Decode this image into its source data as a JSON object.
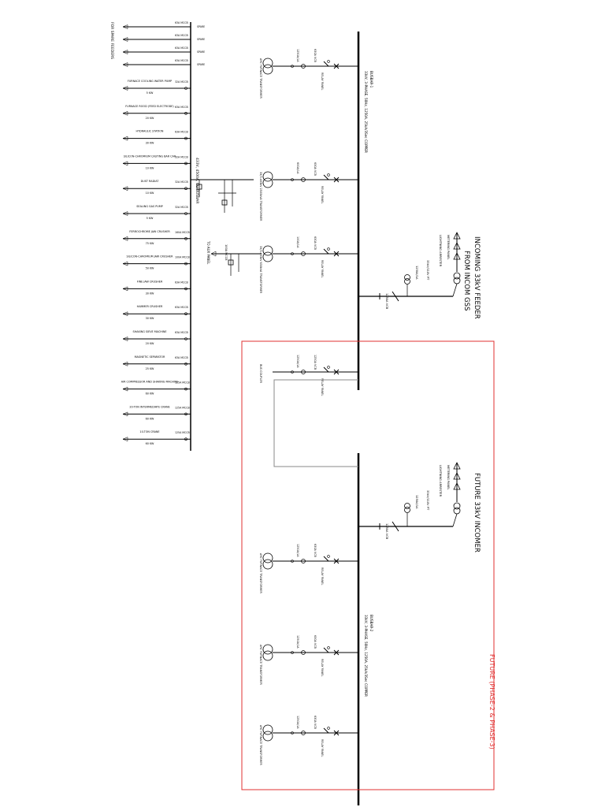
{
  "incomers": {
    "incomer1": {
      "title": "INCOMING 33kV FEEDER",
      "subtitle": "FROM INCOM GSS"
    },
    "incomer2": {
      "title": "FUTURE 33kV INCOMER"
    }
  },
  "future_box": {
    "label": "FUTURE (PHASE-2 & PHASE-3)"
  },
  "busbars": {
    "bus1": {
      "label": "33kV, 3-PHASE, 50Hz, 1250A, 25kA/3Sec COPPER",
      "tag": "BUSBAR-1"
    },
    "bus2": {
      "label": "33kV, 3-PHASE, 50Hz, 1250A, 25kA/3Sec COPPER",
      "tag": "BUSBAR-2"
    }
  },
  "lv_main": {
    "label": "433V, 4500A, CU BUSBAR"
  },
  "lv_feeders": [
    {
      "name": "FURNACE COOLING WATER PUMP",
      "rating": "5 KW",
      "breaker": "32A MCCB"
    },
    {
      "name": "FURNACE ROOD (FEED ELECTRODE)",
      "rating": "20 KW",
      "breaker": "63A MCCB"
    },
    {
      "name": "HYDRAULIC STATION",
      "rating": "30 KW",
      "breaker": "63A MCCB"
    },
    {
      "name": "SILICON-CHROMIUM CASTING BAR CAR",
      "rating": "10 KW",
      "breaker": "32A MCCB"
    },
    {
      "name": "DUST RADIAT",
      "rating": "10 KW",
      "breaker": "32A MCCB"
    },
    {
      "name": "SEALING GAS PUMP",
      "rating": "5 KW",
      "breaker": "32A MCCB"
    },
    {
      "name": "FERROCHROME JAW CRUSHER",
      "rating": "75 KW",
      "breaker": "160A MCCB"
    },
    {
      "name": "SILICON-CHROMIUM JAW CRUSHER",
      "rating": "50 KW",
      "breaker": "100A MCCB"
    },
    {
      "name": "FINE JAW CRUSHER",
      "rating": "30 KW",
      "breaker": "63A MCCB"
    },
    {
      "name": "HAMMER CRUSHER",
      "rating": "30 KW",
      "breaker": "63A MCCB"
    },
    {
      "name": "SHAKING SIEVE MACHINE",
      "rating": "20 KW",
      "breaker": "63A MCCB"
    },
    {
      "name": "MAGNETIC SEPARATOR",
      "rating": "25 KW",
      "breaker": "63A MCCB"
    },
    {
      "name": "AIR COMPRESSOR AND SHAKING MACHINE",
      "rating": "60 KW",
      "breaker": "125A MCCB"
    },
    {
      "name": "20-TON INTERMEDIATE CRANE",
      "rating": "60 KW",
      "breaker": "125A MCCB"
    },
    {
      "name": "10-TON CRANE",
      "rating": "60 KW",
      "breaker": "125A MCCB"
    }
  ],
  "spare_feeders": [
    {
      "label": "SPARE",
      "breaker": "63A MCCB"
    },
    {
      "label": "SPARE",
      "breaker": "63A MCCB"
    },
    {
      "label": "SPARE",
      "breaker": "63A MCCB"
    },
    {
      "label": "SPARE",
      "breaker": "63A MCCB"
    }
  ],
  "spare_note": "FOR SPARE FEEDERS",
  "bus1_feeders": [
    {
      "id": "F1",
      "transformer": "ARC FURNACE TRANSFORMER",
      "vcb": "630A VCB",
      "ct": "1250A/1A",
      "relay": "RELAY PANEL"
    },
    {
      "id": "F2",
      "transformer": "33/0.433kV 2500kVA TRANSFORMER",
      "vcb": "630A VCB",
      "ct": "600A/1A",
      "relay": "RELAY PANEL"
    },
    {
      "id": "F3",
      "transformer": "33/0.433kV 630kVA TRANSFORMER",
      "vcb": "630A VCB",
      "ct": "100A/1A",
      "relay": "RELAY PANEL"
    },
    {
      "id": "F4",
      "transformer": "BUS COUPLER",
      "vcb": "1250A VCB",
      "ct": "1250A/1A",
      "relay": "RELAY PANEL"
    }
  ],
  "bus2_feeders": [
    {
      "id": "F5",
      "transformer": "ARC FURNACE TRANSFORMER",
      "vcb": "630A VCB",
      "ct": "1250A/1A",
      "relay": "RELAY PANEL"
    },
    {
      "id": "F6",
      "transformer": "ARC FURNACE TRANSFORMER",
      "vcb": "630A VCB",
      "ct": "1250A/1A",
      "relay": "RELAY PANEL"
    },
    {
      "id": "F7",
      "transformer": "ARC FURNACE TRANSFORMER",
      "vcb": "630A VCB",
      "ct": "1250A/1A",
      "relay": "RELAY PANEL"
    }
  ],
  "aux_feeder": {
    "label": "TO AUX PANEL",
    "breaker": "100A MCCB"
  },
  "incomer_panel": {
    "vcb": "1250A VCB",
    "ct": "1250A/1A",
    "pt": "33kV/110V PT",
    "la": "LIGHTNING ARRESTER",
    "meter": "METERING PANEL"
  },
  "colors": {
    "line": "#000000",
    "future_box": "#e03030",
    "link": "#888888"
  }
}
